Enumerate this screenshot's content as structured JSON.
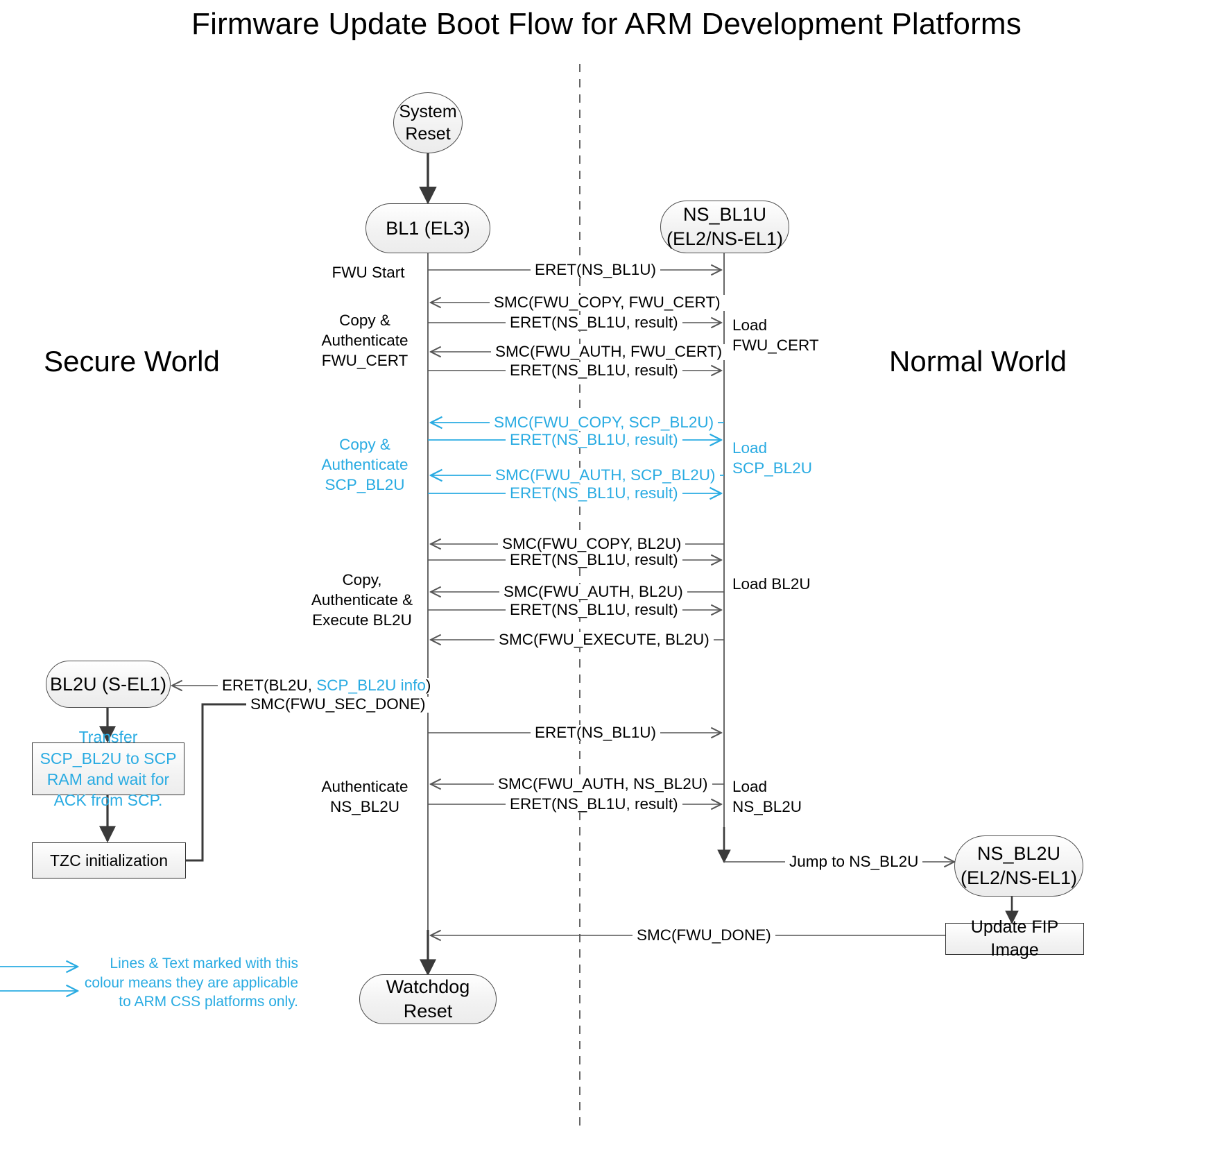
{
  "title": "Firmware Update Boot Flow for ARM Development Platforms",
  "colors": {
    "accent_cyan": "#29ABE2",
    "line_black": "#4d4d4d",
    "node_fill": "#f2f2f2"
  },
  "worlds": {
    "secure": "Secure\nWorld",
    "normal": "Normal\nWorld"
  },
  "nodes": {
    "system_reset": "System\nReset",
    "bl1": "BL1\n(EL3)",
    "ns_bl1u": "NS_BL1U\n(EL2/NS-EL1)",
    "bl2u": "BL2U\n(S-EL1)",
    "ns_bl2u": "NS_BL2U\n(EL2/NS-EL1)",
    "watchdog_reset": "Watchdog Reset"
  },
  "process_boxes": {
    "transfer_scp": "Transfer SCP_BL2U to\nSCP RAM and wait for\nACK from SCP.",
    "tzc_init": "TZC initialization",
    "update_fip": "Update FIP Image"
  },
  "left_labels": [
    {
      "text": "FWU Start",
      "cyan": false
    },
    {
      "text": "Copy &\nAuthenticate\nFWU_CERT",
      "cyan": false
    },
    {
      "text": "Copy &\nAuthenticate\nSCP_BL2U",
      "cyan": true
    },
    {
      "text": "Copy,\nAuthenticate &\nExecute BL2U",
      "cyan": false
    },
    {
      "text": "Authenticate\nNS_BL2U",
      "cyan": false
    }
  ],
  "right_labels": [
    {
      "text": "Load\nFWU_CERT",
      "cyan": false
    },
    {
      "text": "Load\nSCP_BL2U",
      "cyan": true
    },
    {
      "text": "Load BL2U",
      "cyan": false
    },
    {
      "text": "Load\nNS_BL2U",
      "cyan": false
    }
  ],
  "messages": [
    {
      "text": "ERET(NS_BL1U)",
      "dir": "right",
      "cyan": false
    },
    {
      "text": "SMC(FWU_COPY, FWU_CERT)",
      "dir": "left",
      "cyan": false
    },
    {
      "text": "ERET(NS_BL1U, result)",
      "dir": "right",
      "cyan": false
    },
    {
      "text": "SMC(FWU_AUTH, FWU_CERT)",
      "dir": "left",
      "cyan": false
    },
    {
      "text": "ERET(NS_BL1U, result)",
      "dir": "right",
      "cyan": false
    },
    {
      "text": "SMC(FWU_COPY, SCP_BL2U)",
      "dir": "left",
      "cyan": true
    },
    {
      "text": "ERET(NS_BL1U, result)",
      "dir": "right",
      "cyan": true
    },
    {
      "text": "SMC(FWU_AUTH, SCP_BL2U)",
      "dir": "left",
      "cyan": true
    },
    {
      "text": "ERET(NS_BL1U, result)",
      "dir": "right",
      "cyan": true
    },
    {
      "text": "SMC(FWU_COPY, BL2U)",
      "dir": "left",
      "cyan": false
    },
    {
      "text": "ERET(NS_BL1U, result)",
      "dir": "right",
      "cyan": false
    },
    {
      "text": "SMC(FWU_AUTH, BL2U)",
      "dir": "left",
      "cyan": false
    },
    {
      "text": "ERET(NS_BL1U, result)",
      "dir": "right",
      "cyan": false
    },
    {
      "text": "SMC(FWU_EXECUTE, BL2U)",
      "dir": "left",
      "cyan": false
    },
    {
      "text": "ERET(NS_BL1U)",
      "dir": "right",
      "cyan": false
    },
    {
      "text": "SMC(FWU_AUTH, NS_BL2U)",
      "dir": "left",
      "cyan": false
    },
    {
      "text": "ERET(NS_BL1U, result)",
      "dir": "right",
      "cyan": false
    },
    {
      "text": "SMC(FWU_DONE)",
      "dir": "left",
      "cyan": false
    }
  ],
  "bl2u_messages": {
    "eret_bl2u_pre": "ERET(BL2U, ",
    "eret_bl2u_cyan": "SCP_BL2U info",
    "eret_bl2u_post": ")",
    "smc_sec_done": "SMC(FWU_SEC_DONE)"
  },
  "jump_label": "Jump to NS_BL2U",
  "legend": {
    "text": "Lines & Text marked with this\ncolour means they are applicable\nto ARM CSS platforms only."
  }
}
